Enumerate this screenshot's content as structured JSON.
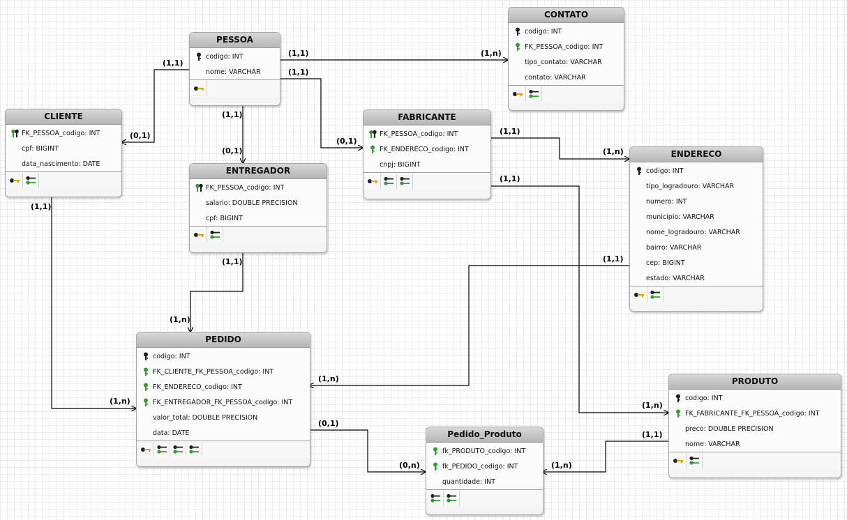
{
  "entities": {
    "contato": {
      "title": "CONTATO",
      "attrs": [
        {
          "text": "codigo: INT",
          "icon": "pk"
        },
        {
          "text": "FK_PESSOA_codigo: INT",
          "icon": "fk"
        },
        {
          "text": "tipo_contato: VARCHAR",
          "icon": ""
        },
        {
          "text": "contato: VARCHAR",
          "icon": ""
        }
      ],
      "footer": [
        "pk",
        "fk"
      ]
    },
    "pessoa": {
      "title": "PESSOA",
      "attrs": [
        {
          "text": "codigo: INT",
          "icon": "pk"
        },
        {
          "text": "nome: VARCHAR",
          "icon": ""
        }
      ],
      "footer": [
        "pk"
      ]
    },
    "cliente": {
      "title": "CLIENTE",
      "attrs": [
        {
          "text": "FK_PESSOA_codigo: INT",
          "icon": "pkfk"
        },
        {
          "text": "cpf: BIGINT",
          "icon": ""
        },
        {
          "text": "data_nascimento: DATE",
          "icon": ""
        }
      ],
      "footer": [
        "pk",
        "fk"
      ]
    },
    "fabricante": {
      "title": "FABRICANTE",
      "attrs": [
        {
          "text": "FK_PESSOA_codigo: INT",
          "icon": "pkfk"
        },
        {
          "text": "FK_ENDERECO_codigo: INT",
          "icon": "fk"
        },
        {
          "text": "cnpj: BIGINT",
          "icon": ""
        }
      ],
      "footer": [
        "pk",
        "fk",
        "fk"
      ]
    },
    "entregador": {
      "title": "ENTREGADOR",
      "attrs": [
        {
          "text": "FK_PESSOA_codigo: INT",
          "icon": "pkfk"
        },
        {
          "text": "salario: DOUBLE PRECISION",
          "icon": ""
        },
        {
          "text": "cpf: BIGINT",
          "icon": ""
        }
      ],
      "footer": [
        "pk",
        "fk"
      ]
    },
    "endereco": {
      "title": "ENDERECO",
      "attrs": [
        {
          "text": "codigo: INT",
          "icon": "pk"
        },
        {
          "text": "tipo_logradouro: VARCHAR",
          "icon": ""
        },
        {
          "text": "numero: INT",
          "icon": ""
        },
        {
          "text": "municipio: VARCHAR",
          "icon": ""
        },
        {
          "text": "nome_logradouro: VARCHAR",
          "icon": ""
        },
        {
          "text": "bairro: VARCHAR",
          "icon": ""
        },
        {
          "text": "cep: BIGINT",
          "icon": ""
        },
        {
          "text": "estado: VARCHAR",
          "icon": ""
        }
      ],
      "footer": [
        "pk",
        "fk"
      ]
    },
    "pedido": {
      "title": "PEDIDO",
      "attrs": [
        {
          "text": "codigo: INT",
          "icon": "pk"
        },
        {
          "text": "FK_CLIENTE_FK_PESSOA_codigo: INT",
          "icon": "fk"
        },
        {
          "text": "FK_ENDERECO_codigo: INT",
          "icon": "fk"
        },
        {
          "text": "FK_ENTREGADOR_FK_PESSOA_codigo: INT",
          "icon": "fk"
        },
        {
          "text": "valor_total: DOUBLE PRECISION",
          "icon": ""
        },
        {
          "text": "data: DATE",
          "icon": ""
        }
      ],
      "footer": [
        "pk",
        "fk",
        "fk",
        "fk"
      ]
    },
    "produto": {
      "title": "PRODUTO",
      "attrs": [
        {
          "text": "codigo: INT",
          "icon": "pk"
        },
        {
          "text": "FK_FABRICANTE_FK_PESSOA_codigo: INT",
          "icon": "fk"
        },
        {
          "text": "preco: DOUBLE PRECISION",
          "icon": ""
        },
        {
          "text": "nome: VARCHAR",
          "icon": ""
        }
      ],
      "footer": [
        "pk",
        "fk"
      ]
    },
    "pedido_produto": {
      "title": "Pedido_Produto",
      "attrs": [
        {
          "text": "fk_PRODUTO_codigo: INT",
          "icon": "fk"
        },
        {
          "text": "fk_PEDIDO_codigo: INT",
          "icon": "fk"
        },
        {
          "text": "quantidade: INT",
          "icon": ""
        }
      ],
      "footer": [
        "fk",
        "fk"
      ]
    }
  },
  "cardinalities": {
    "pessoa_contato_src": "(1,1)",
    "pessoa_contato_dst": "(1,n)",
    "pessoa_cliente_src": "(1,1)",
    "pessoa_cliente_dst": "(0,1)",
    "pessoa_fabricante_src": "(1,1)",
    "pessoa_fabricante_dst": "(0,1)",
    "pessoa_entregador_src": "(1,1)",
    "pessoa_entregador_dst": "(0,1)",
    "fabricante_endereco_src": "(1,1)",
    "fabricante_endereco_dst": "(1,n)",
    "fabricante_produto_src": "(1,1)",
    "fabricante_produto_dst": "(1,n)",
    "endereco_pedido_src": "(1,1)",
    "endereco_pedido_dst": "(1,n)",
    "cliente_pedido_src": "(1,1)",
    "cliente_pedido_dst": "(1,n)",
    "entregador_pedido_src": "(1,1)",
    "entregador_pedido_dst": "(1,n)",
    "pedido_pp_src": "(0,1)",
    "pedido_pp_dst": "(0,n)",
    "produto_pp_src": "(1,1)",
    "produto_pp_dst": "(1,n)"
  },
  "colors": {
    "pk_key": "#1a1a1a",
    "fk_key": "#2e9e2e",
    "footer_pk": "#e0a000",
    "edge": "#000000"
  }
}
